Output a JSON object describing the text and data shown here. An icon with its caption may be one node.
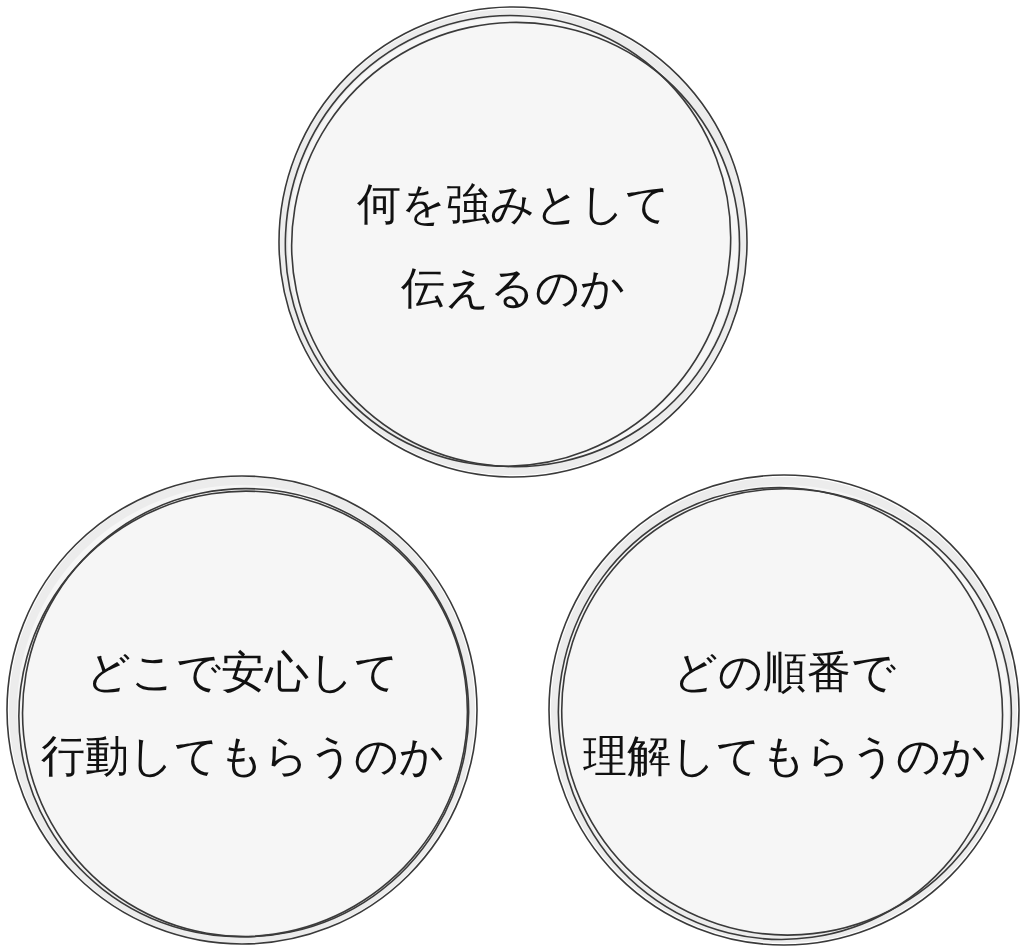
{
  "diagram": {
    "nodes": [
      {
        "text": [
          "何を強みとして伝えるのか"
        ]
      },
      {
        "text": [
          "どこで安心して行動してもらうのか"
        ]
      },
      {
        "text": [
          "どの順番で理解してもらうのか"
        ]
      }
    ]
  }
}
